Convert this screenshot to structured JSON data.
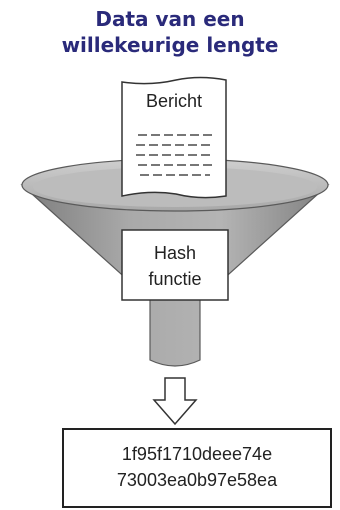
{
  "title": {
    "line1": "Data van een",
    "line2": "willekeurige lengte"
  },
  "document": {
    "label": "Bericht",
    "icon": "document-icon"
  },
  "funnel": {
    "label_line1": "Hash",
    "label_line2": "functie",
    "color": "#9a9a9a"
  },
  "arrow": {
    "icon": "down-arrow-icon"
  },
  "output": {
    "line1": "1f95f1710deee74e",
    "line2": "73003ea0b97e58ea"
  },
  "colors": {
    "title": "#2a2a7a",
    "outline": "#222222",
    "funnel_fill": "#9a9a9a"
  }
}
